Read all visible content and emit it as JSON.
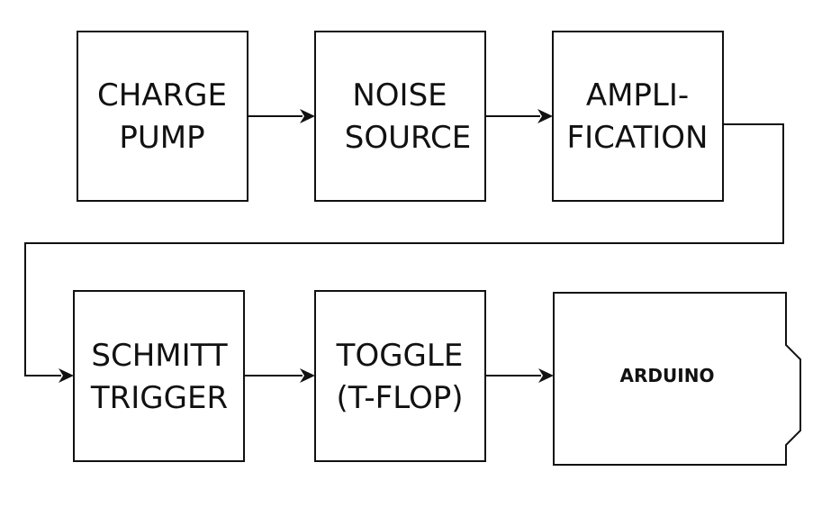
{
  "blocks": [
    {
      "id": "charge-pump",
      "lines": [
        "CHARGE",
        "PUMP"
      ]
    },
    {
      "id": "noise-source",
      "lines": [
        "NOISE",
        "SOURCE"
      ]
    },
    {
      "id": "amplification",
      "lines": [
        "AMPLI-",
        "FICATION"
      ]
    },
    {
      "id": "schmitt-trigger",
      "lines": [
        "SCHMITT",
        "TRIGGER"
      ]
    },
    {
      "id": "toggle",
      "lines": [
        "TOGGLE",
        "(T-FLOP)"
      ]
    },
    {
      "id": "arduino",
      "lines": [
        "ARDUINO"
      ]
    }
  ],
  "colors": {
    "stroke": "#111111",
    "background": "#ffffff"
  }
}
